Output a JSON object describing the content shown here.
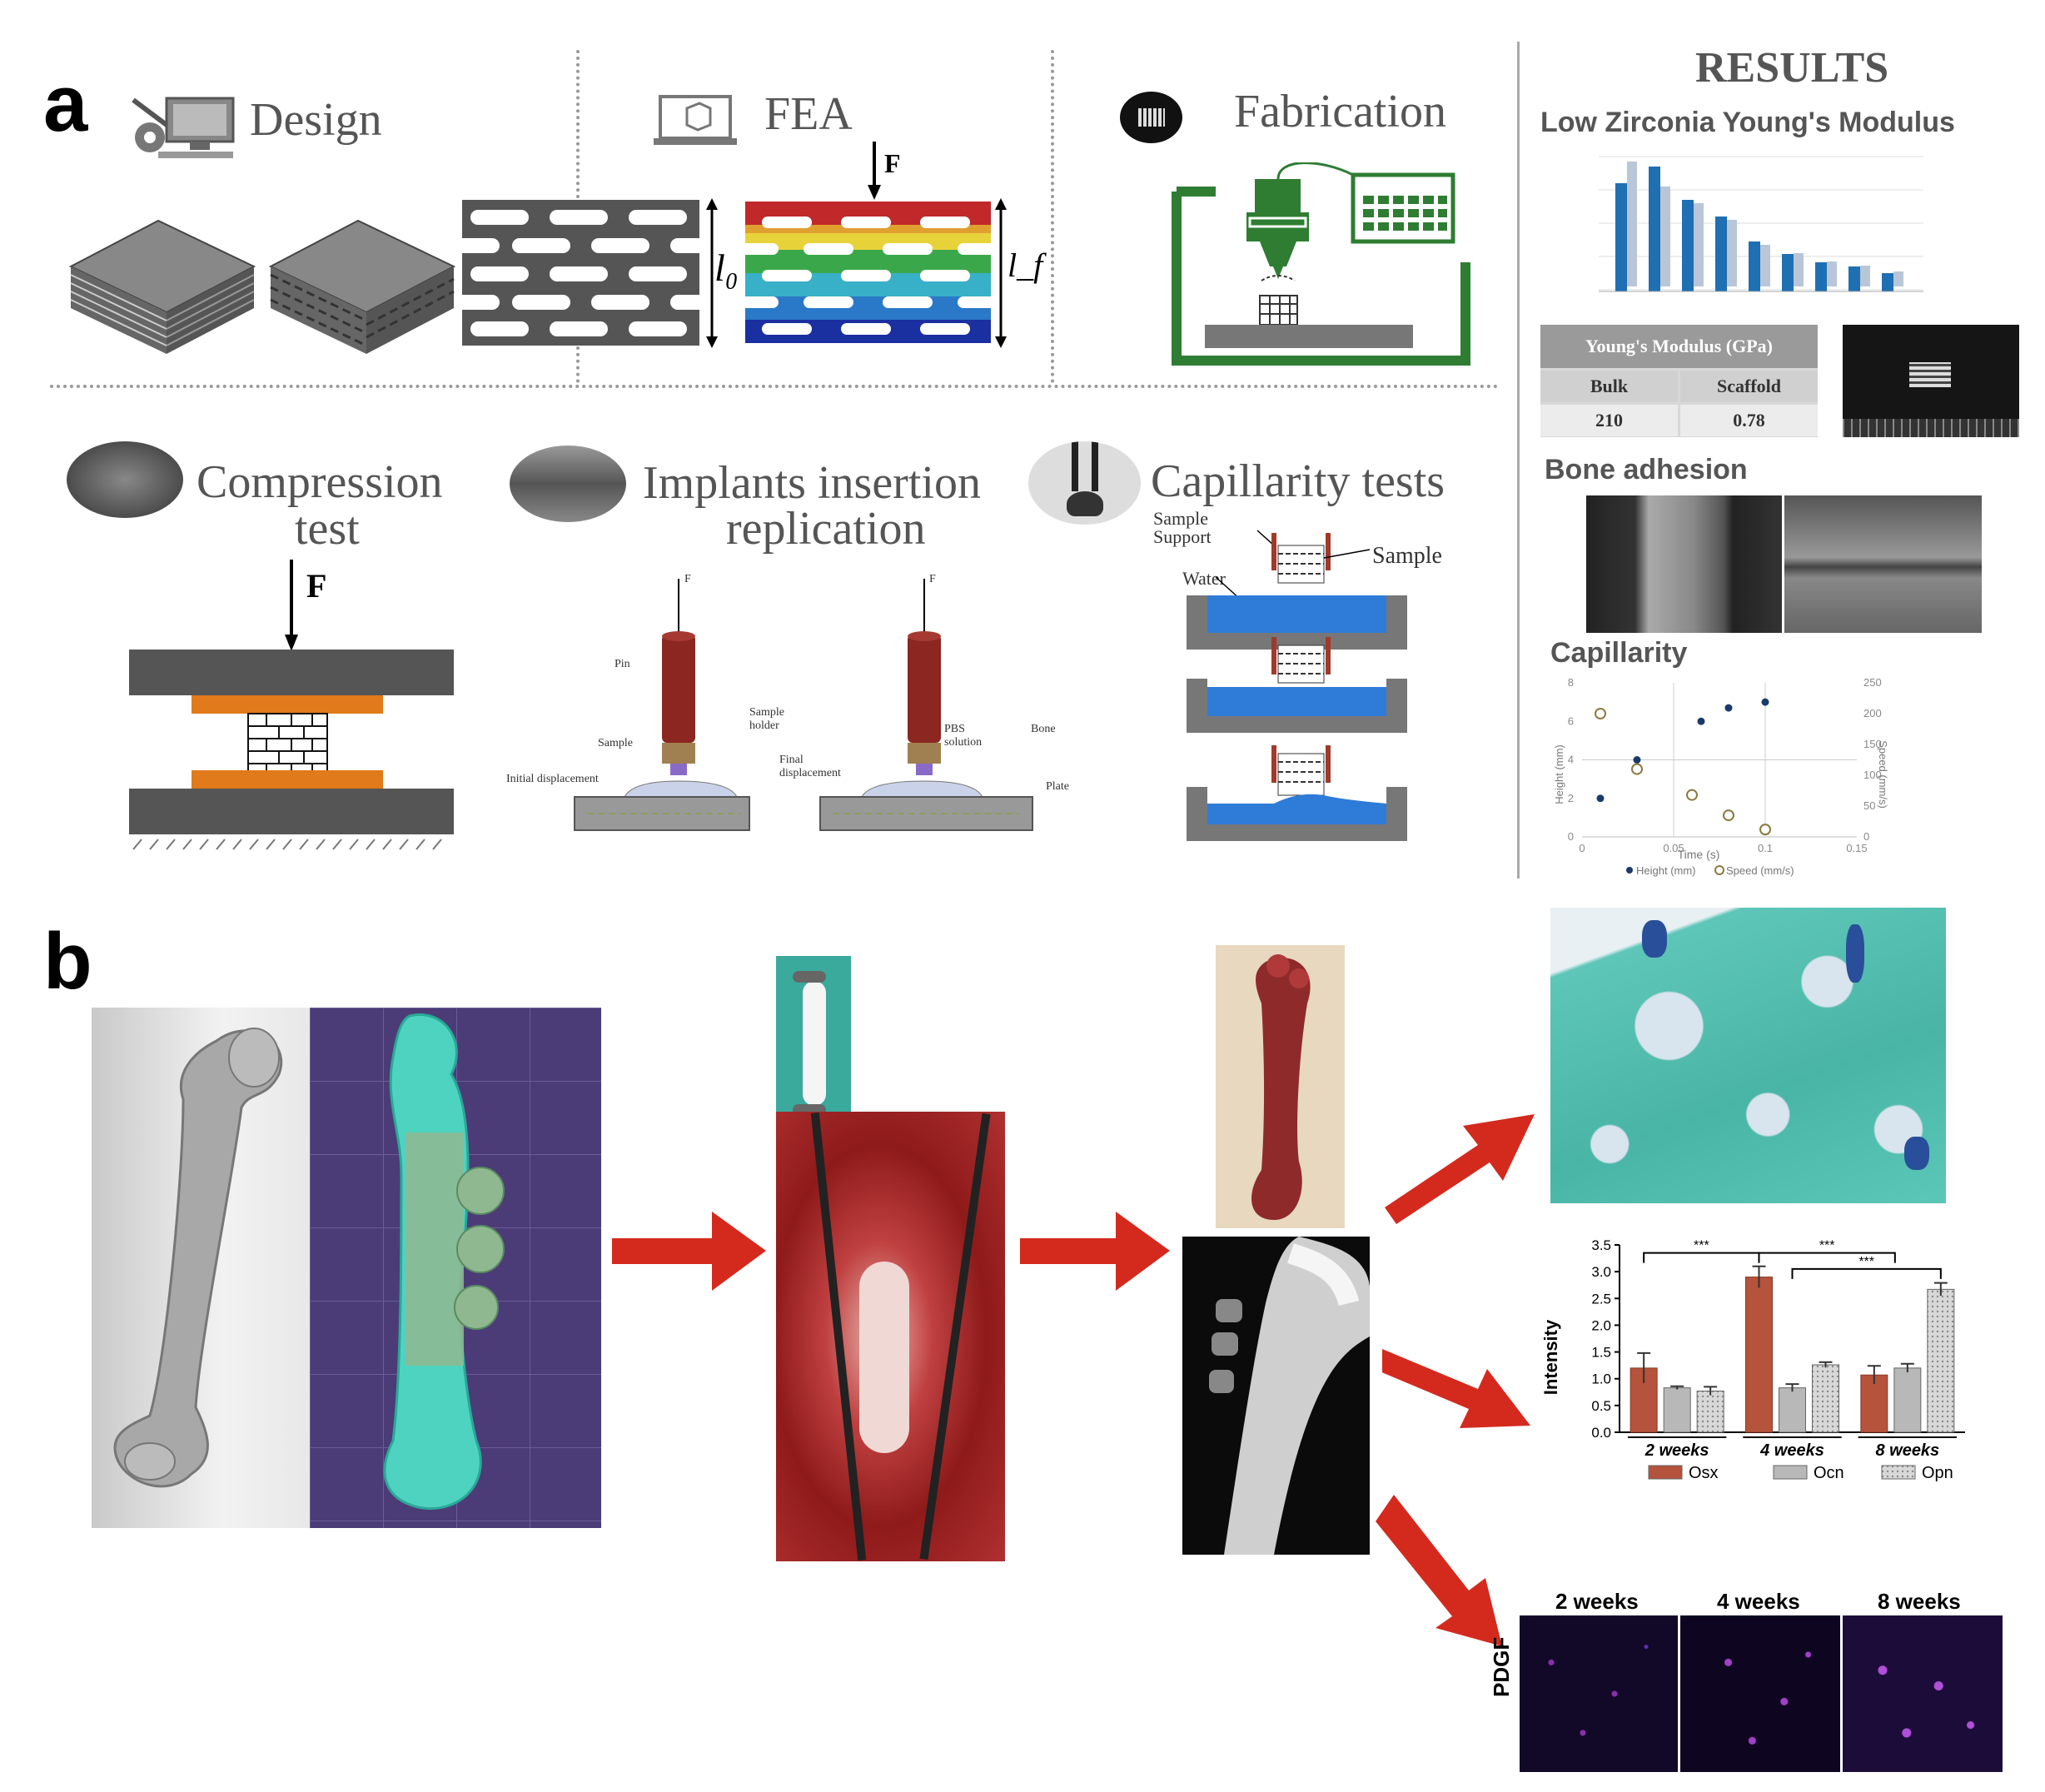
{
  "panel_a": {
    "letter": "a",
    "design": "Design",
    "fea": "FEA",
    "fea_force": "F",
    "fea_l0": "l₀",
    "fea_lf": "l_f",
    "fabrication": "Fabrication",
    "compression_line1": "Compression",
    "compression_line2": "test",
    "compression_force": "F",
    "implants_line1": "Implants insertion",
    "implants_line2": "replication",
    "implant_labels": {
      "pin": "Pin",
      "sample_holder": "Sample holder",
      "sample": "Sample",
      "initial_displacement": "Initial displacement",
      "final_displacement": "Final displacement",
      "pbs_solution": "PBS solution",
      "bone": "Bone",
      "plate": "Plate",
      "f": "F"
    },
    "capillarity": "Capillarity tests",
    "cap_labels": {
      "sample_support": "Sample Support",
      "sample": "Sample",
      "water": "Water"
    }
  },
  "results": {
    "title": "RESULTS",
    "subtitle": "Low Zirconia Young's Modulus",
    "table_header": "Young's Modulus (GPa)",
    "col_bulk": "Bulk",
    "col_scaffold": "Scaffold",
    "val_bulk": "210",
    "val_scaffold": "0.78",
    "bone_adhesion": "Bone adhesion",
    "capillarity": "Capillarity"
  },
  "panel_b": {
    "letter": "b",
    "pdgf_label": "PDGF",
    "if_weeks": [
      "2 weeks",
      "4 weeks",
      "8 weeks"
    ]
  },
  "colors": {
    "arrow_red": "#d42a1e",
    "osx": "#b5533c",
    "ocn": "#b8b8b8",
    "bar_blue": "#1f6fb3",
    "histology_green": "#55c2b4",
    "ct_teal": "#4fd3c1",
    "ct_bg": "#4b3c78",
    "printer_green": "#2e7d32"
  },
  "chart_data": [
    {
      "type": "bar",
      "categories": [
        "2 weeks",
        "4 weeks",
        "8 weeks"
      ],
      "series": [
        {
          "name": "Osx",
          "values": [
            1.2,
            2.9,
            1.07
          ],
          "errors": [
            0.28,
            0.2,
            0.17
          ]
        },
        {
          "name": "Ocn",
          "values": [
            0.83,
            0.83,
            1.2
          ],
          "errors": [
            0.03,
            0.07,
            0.08
          ]
        },
        {
          "name": "Opn",
          "values": [
            0.77,
            1.26,
            2.67
          ],
          "errors": [
            0.08,
            0.05,
            0.12
          ]
        }
      ],
      "ylabel": "Intensity",
      "ylim": [
        0,
        3.5
      ],
      "yticks": [
        "0.0",
        "0.5",
        "1.0",
        "1.5",
        "2.0",
        "2.5",
        "3.0",
        "3.5"
      ],
      "significance": [
        {
          "from": "2 weeks",
          "to": "4 weeks",
          "label": "***"
        },
        {
          "from": "4 weeks",
          "to": "8 weeks",
          "label": "***"
        },
        {
          "from": "4 weeks",
          "to": "8 weeks",
          "label": "***"
        }
      ],
      "legend_placement": "bottom"
    },
    {
      "type": "scatter",
      "title": "Capillarity",
      "xlabel": "Time (s)",
      "ylabel": "Height (mm)",
      "y2label": "Speed (mm/s)",
      "xlim": [
        0,
        0.15
      ],
      "ylim": [
        0,
        8
      ],
      "y2lim": [
        0,
        250
      ],
      "xticks": [
        "0",
        "0.05",
        "0.1",
        "0.15"
      ],
      "yticks": [
        "0",
        "2",
        "4",
        "6",
        "8"
      ],
      "y2ticks": [
        "0",
        "50",
        "100",
        "150",
        "200",
        "250"
      ],
      "series": [
        {
          "name": "Height (mm)",
          "x": [
            0.01,
            0.03,
            0.065,
            0.08,
            0.1
          ],
          "y": [
            2,
            4,
            6,
            6.7,
            7
          ]
        },
        {
          "name": "Speed (mm/s)",
          "axis": "y2",
          "x": [
            0.01,
            0.03,
            0.06,
            0.08,
            0.1
          ],
          "y": [
            200,
            110,
            68,
            35,
            12
          ]
        }
      ],
      "legend_placement": "bottom"
    }
  ]
}
